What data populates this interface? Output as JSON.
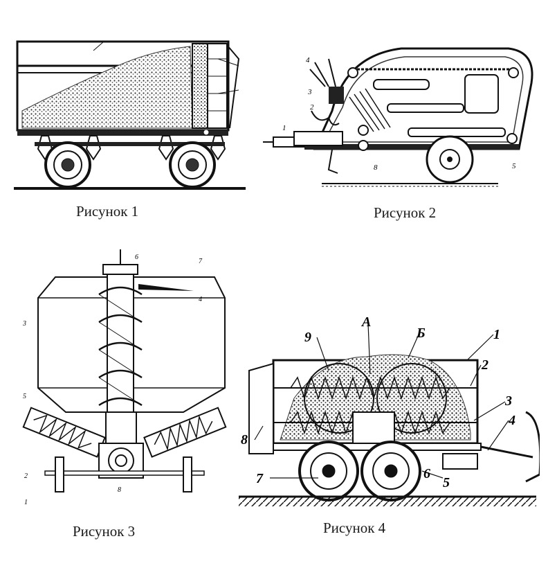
{
  "figures": [
    {
      "caption": "Рисунок 1",
      "labels": []
    },
    {
      "caption": "Рисунок 2",
      "labels": [
        "4",
        "3",
        "2",
        "1",
        "8",
        "5"
      ]
    },
    {
      "caption": "Рисунок 3",
      "labels": [
        "6",
        "7",
        "4",
        "3",
        "5",
        "2",
        "1",
        "8"
      ]
    },
    {
      "caption": "Рисунок 4",
      "labels": [
        "9",
        "А",
        "Б",
        "1",
        "2",
        "3",
        "4",
        "5",
        "6",
        "7",
        "8"
      ]
    }
  ]
}
